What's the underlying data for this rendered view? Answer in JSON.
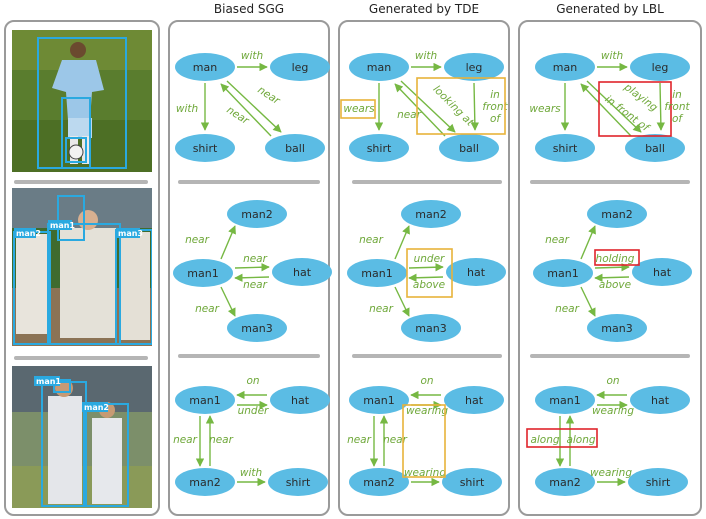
{
  "headers": {
    "biased": "Biased SGG",
    "tde": "Generated by TDE",
    "lbl": "Generated by LBL"
  },
  "image_box_labels": {
    "row2": [
      "man2",
      "man1",
      "man3"
    ],
    "row3": [
      "man1",
      "man2"
    ]
  },
  "rows": [
    {
      "nodes": [
        "man",
        "leg",
        "shirt",
        "ball"
      ],
      "biased": [
        "with",
        "with",
        "near",
        "near"
      ],
      "tde": [
        "with",
        "wears",
        "near",
        "looking at",
        "in front of"
      ],
      "lbl": [
        "with",
        "wears",
        "playing",
        "in front of",
        "in front of"
      ]
    },
    {
      "nodes": [
        "man1",
        "man2",
        "hat",
        "man3"
      ],
      "biased": [
        "near",
        "near",
        "near",
        "near"
      ],
      "tde": [
        "near",
        "under",
        "above",
        "near"
      ],
      "lbl": [
        "near",
        "holding",
        "above",
        "near"
      ]
    },
    {
      "nodes": [
        "man1",
        "hat",
        "man2",
        "shirt"
      ],
      "biased": [
        "on",
        "under",
        "near",
        "near",
        "with"
      ],
      "tde": [
        "on",
        "wearing",
        "near",
        "near",
        "wearing"
      ],
      "lbl": [
        "on",
        "wearing",
        "along",
        "along",
        "wearing"
      ]
    }
  ],
  "colors": {
    "node": "#5bbce4",
    "arrow": "#76b843",
    "highlight_tde": "#e8b33a",
    "highlight_lbl": "#e0242b",
    "bbox": "#2aa9e0"
  }
}
